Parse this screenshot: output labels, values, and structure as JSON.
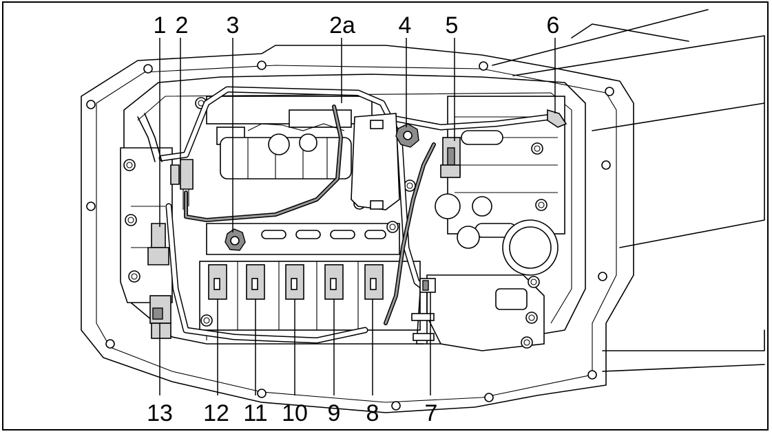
{
  "callouts": {
    "c1": "1",
    "c2": "2",
    "c3": "3",
    "c2a": "2a",
    "c4": "4",
    "c5": "5",
    "c6": "6",
    "c7": "7",
    "c8": "8",
    "c9": "9",
    "c10": "10",
    "c11": "11",
    "c12": "12",
    "c13": "13"
  },
  "colors": {
    "line": "#000000",
    "background": "#ffffff",
    "component_fill": "#d2d2d2",
    "connector_dark": "#8c8c8c"
  }
}
